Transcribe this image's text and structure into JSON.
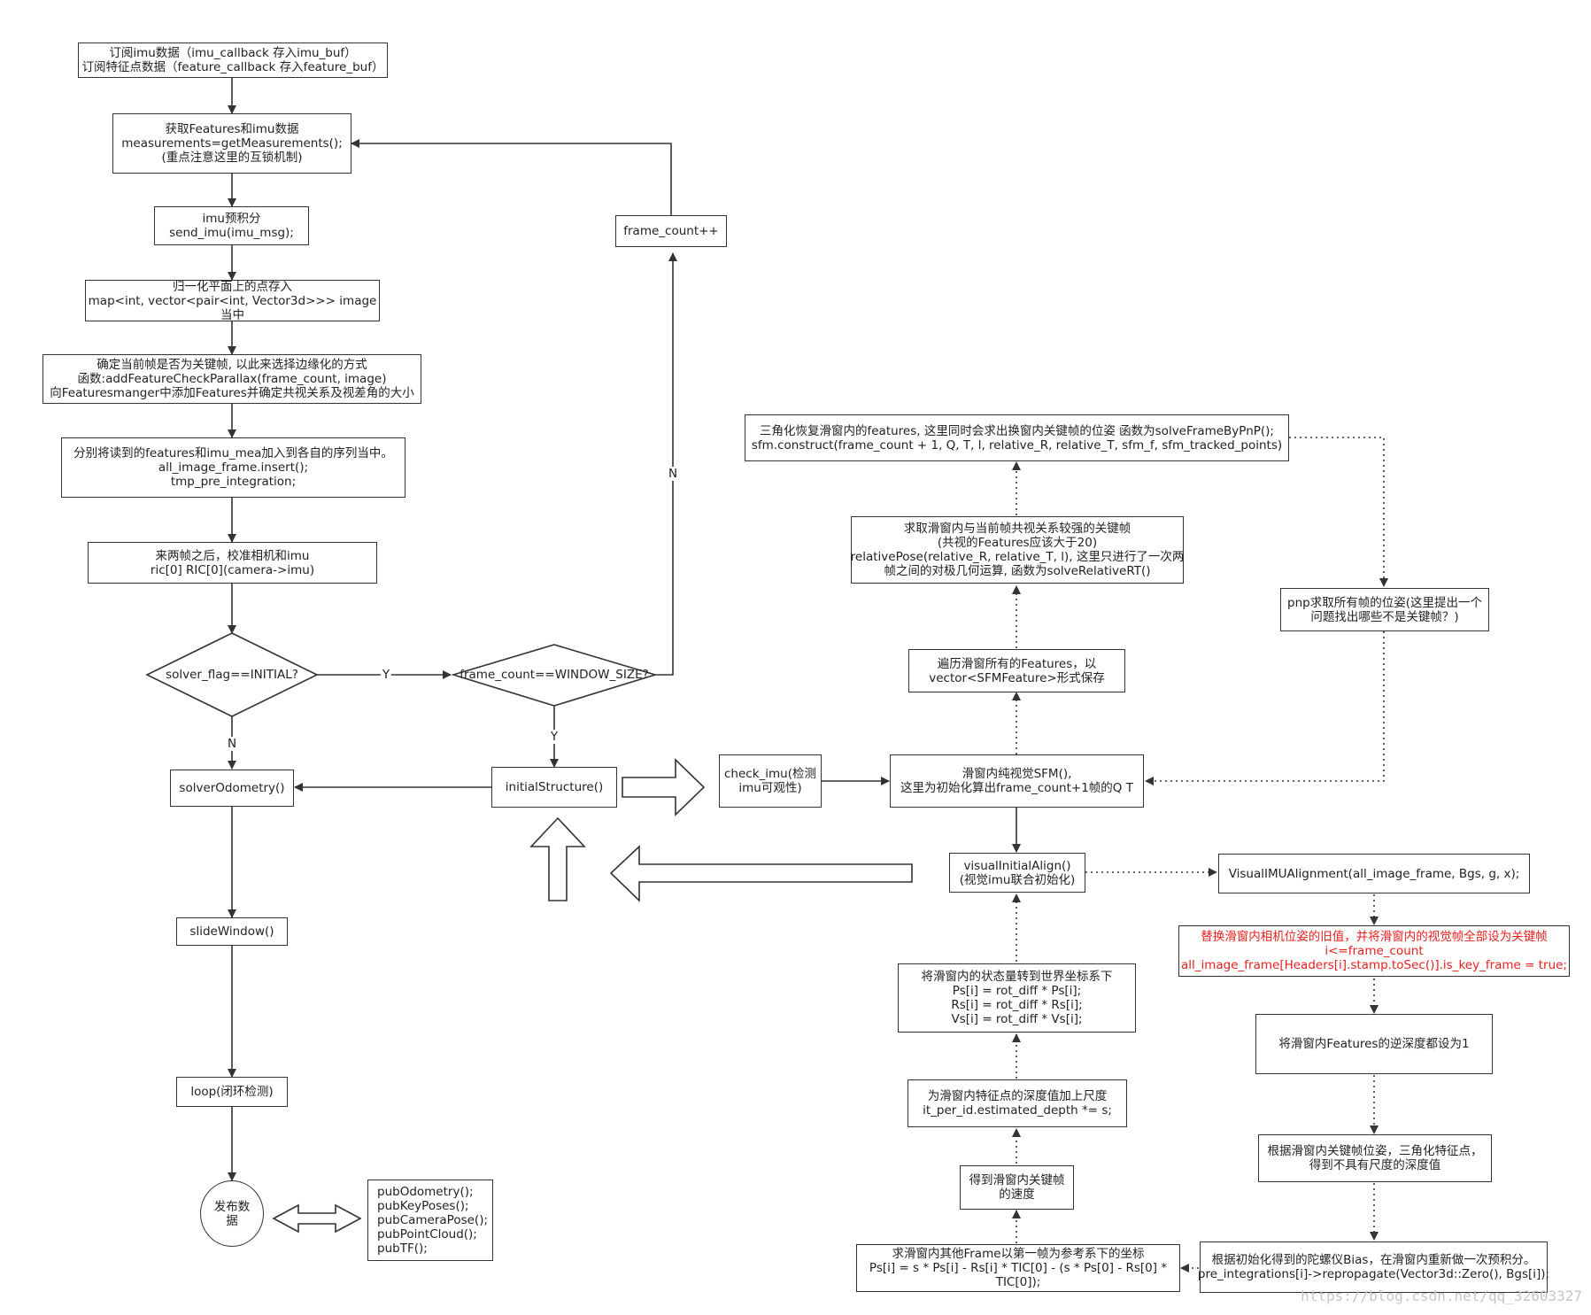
{
  "nodes": {
    "subscribe": [
      "订阅imu数据（imu_callback 存入imu_buf）",
      "订阅特征点数据（feature_callback 存入feature_buf）"
    ],
    "get_measurements": [
      "获取Features和imu数据",
      "measurements=getMeasurements();",
      "(重点注意这里的互锁机制)"
    ],
    "imu_preintegration": [
      "imu预积分",
      "send_imu(imu_msg);"
    ],
    "normalized_points": [
      "归一化平面上的点存入",
      "map<int, vector<pair<int, Vector3d>>>  image",
      "当中"
    ],
    "keyframe_check": [
      "确定当前帧是否为关键帧, 以此来选择边缘化的方式",
      "函数:addFeatureCheckParallax(frame_count, image)",
      "向Featuresmanger中添加Features并确定共视关系及视差角的大小"
    ],
    "insert_sequences": [
      "分别将读到的features和imu_mea加入到各自的序列当中。",
      "all_image_frame.insert();",
      "tmp_pre_integration;"
    ],
    "calibrate": [
      "来两帧之后，校准相机和imu",
      "ric[0]  RIC[0](camera->imu)"
    ],
    "solver_flag": [
      "solver_flag==INITIAL?"
    ],
    "frame_count_check": [
      "frame_count==WINDOW_SIZE?"
    ],
    "frame_count_inc": [
      "frame_count++"
    ],
    "solver_odometry": [
      "solverOdometry()"
    ],
    "initial_structure": [
      "initialStructure()"
    ],
    "slide_window": [
      "slideWindow()"
    ],
    "loop": [
      "loop(闭环检测)"
    ],
    "publish": [
      "发布数",
      "据"
    ],
    "publish_list": [
      "pubOdometry();",
      "pubKeyPoses();",
      "pubCameraPose();",
      "pubPointCloud();",
      "pubTF();"
    ],
    "check_imu": [
      "check_imu(检测",
      "imu可观性)"
    ],
    "sfm": [
      "滑窗内纯视觉SFM(),",
      "这里为初始化算出frame_count+1帧的Q T"
    ],
    "traverse_features": [
      "遍历滑窗所有的Features，以",
      "vector<SFMFeature>形式保存"
    ],
    "relative_pose": [
      "求取滑窗内与当前帧共视关系较强的关键帧",
      "(共视的Features应该大于20)",
      "relativePose(relative_R, relative_T, l), 这里只进行了一次两",
      "帧之间的对极几何运算, 函数为solveRelativeRT()"
    ],
    "triangulate": [
      "三角化恢复滑窗内的features, 这里同时会求出换窗内关键帧的位姿 函数为solveFrameByPnP();",
      "sfm.construct(frame_count + 1, Q, T, l, relative_R, relative_T, sfm_f, sfm_tracked_points)"
    ],
    "pnp": [
      "pnp求取所有帧的位姿(这里提出一个",
      "问题找出哪些不是关键帧？)"
    ],
    "visual_initial_align": [
      "visualInitialAlign()",
      "(视觉imu联合初始化)"
    ],
    "visual_imu_alignment": [
      "VisualIMUAlignment(all_image_frame, Bgs, g, x);"
    ],
    "replace_pose": [
      "替换滑窗内相机位姿的旧值，并将滑窗内的视觉帧全部设为关键帧",
      "i<=frame_count",
      "all_image_frame[Headers[i].stamp.toSec()].is_key_frame = true;"
    ],
    "inverse_depth": [
      "将滑窗内Features的逆深度都设为1"
    ],
    "triangulate_no_scale": [
      "根据滑窗内关键帧位姿，三角化特征点，",
      "得到不具有尺度的深度值"
    ],
    "repropagate": [
      "根据初始化得到的陀螺仪Bias，在滑窗内重新做一次预积分。",
      "pre_integrations[i]->repropagate(Vector3d::Zero(), Bgs[i]);"
    ],
    "other_frames": [
      "求滑窗内其他Frame以第一帧为参考系下的坐标",
      "Ps[i] = s * Ps[i] - Rs[i] * TIC[0] - (s * Ps[0] - Rs[0] *",
      "TIC[0]);"
    ],
    "keyframe_velocity": [
      "得到滑窗内关键帧",
      "的速度"
    ],
    "scale_depth": [
      "为滑窗内特征点的深度值加上尺度",
      "it_per_id.estimated_depth *= s;"
    ],
    "world_frame": [
      "将滑窗内的状态量转到世界坐标系下",
      "Ps[i] = rot_diff * Ps[i];",
      "Rs[i] = rot_diff * Rs[i];",
      "Vs[i] = rot_diff * Vs[i];"
    ]
  },
  "edge_labels": {
    "yes": "Y",
    "no": "N"
  },
  "watermark": "https://blog.csdn.net/qq_32603327"
}
